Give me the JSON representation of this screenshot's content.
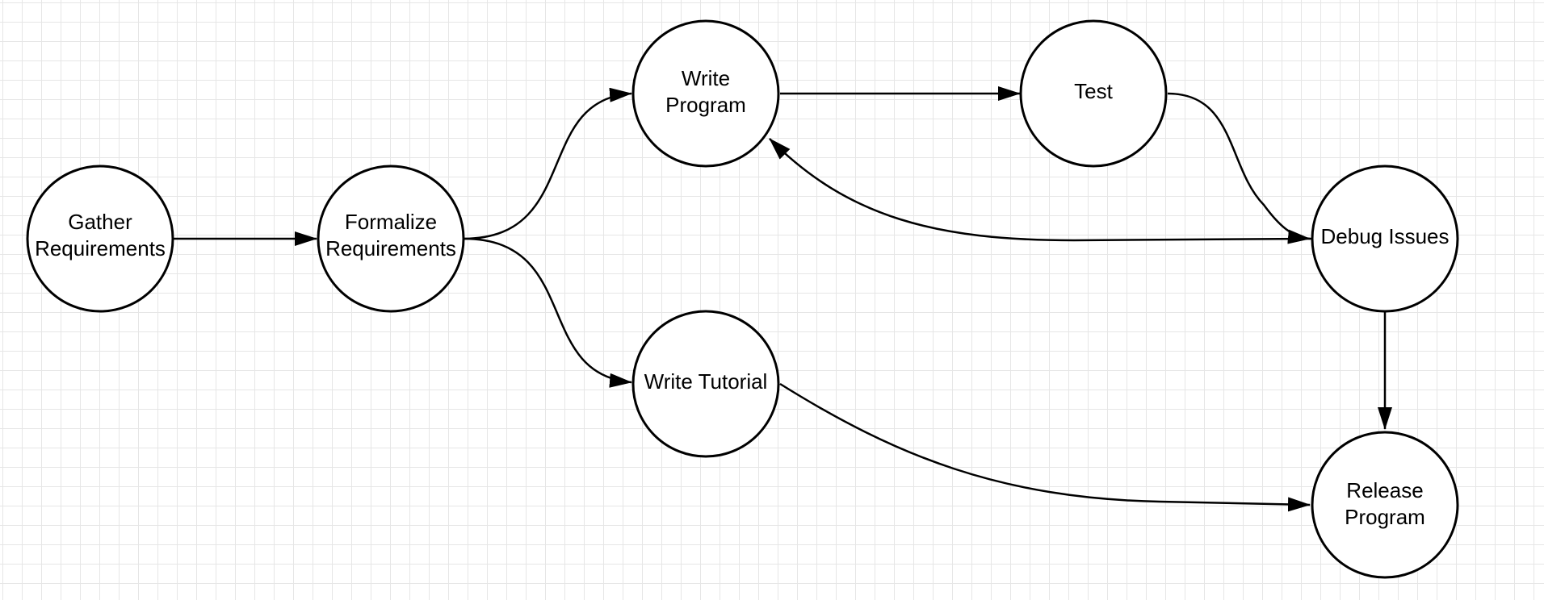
{
  "nodes": {
    "gather": {
      "line1": "Gather",
      "line2": "Requirements"
    },
    "formalize": {
      "line1": "Formalize",
      "line2": "Requirements"
    },
    "write_program": {
      "line1": "Write",
      "line2": "Program"
    },
    "write_tutorial": {
      "line1": "Write Tutorial"
    },
    "test": {
      "line1": "Test"
    },
    "debug": {
      "line1": "Debug Issues"
    },
    "release": {
      "line1": "Release",
      "line2": "Program"
    }
  },
  "edges": [
    {
      "from": "Gather Requirements",
      "to": "Formalize Requirements"
    },
    {
      "from": "Formalize Requirements",
      "to": "Write Program"
    },
    {
      "from": "Formalize Requirements",
      "to": "Write Tutorial"
    },
    {
      "from": "Write Program",
      "to": "Test"
    },
    {
      "from": "Test",
      "to": "Debug Issues"
    },
    {
      "from": "Debug Issues",
      "to": "Write Program"
    },
    {
      "from": "Debug Issues",
      "to": "Release Program"
    },
    {
      "from": "Write Tutorial",
      "to": "Release Program"
    }
  ],
  "colors": {
    "stroke": "#000000",
    "background": "#ffffff",
    "grid": "#e6e6e6"
  }
}
